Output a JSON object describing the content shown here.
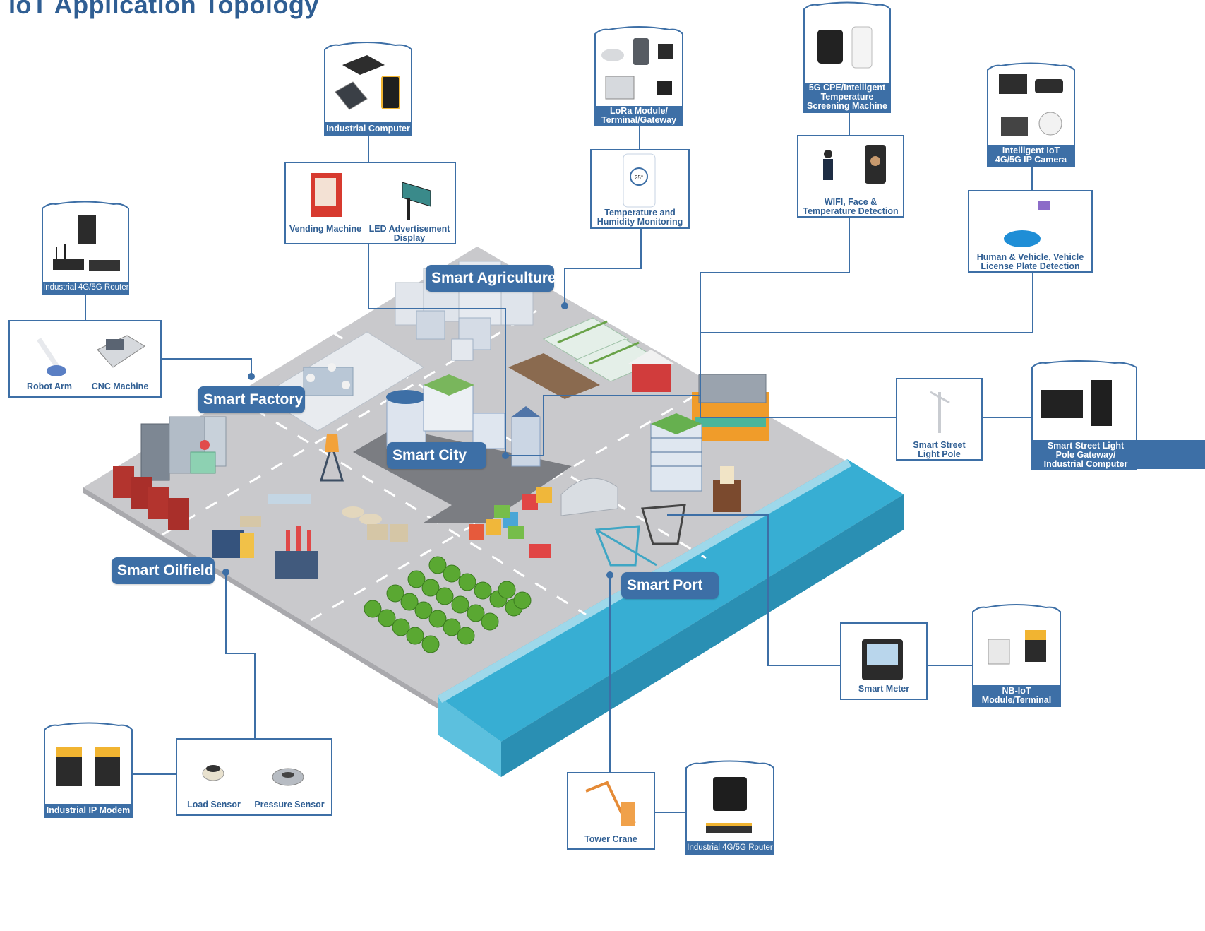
{
  "title": "IoT Application Topology",
  "areas": {
    "smart_agriculture": "Smart Agriculture",
    "smart_factory": "Smart Factory",
    "smart_city": "Smart City",
    "smart_oilfield": "Smart Oilfield",
    "smart_port": "Smart Port"
  },
  "devices": {
    "industrial_computer": "Industrial Computer",
    "vending_machine": "Vending Machine",
    "led_display_1": "LED Advertisement",
    "led_display_2": "Display",
    "lora_1": "LoRa Module/",
    "lora_2": "Terminal/Gateway",
    "temp_humidity_1": "Temperature and",
    "temp_humidity_2": "Humidity Monitoring",
    "temp_reading": "25°",
    "cpe_1": "5G CPE/Intelligent",
    "cpe_2": "Temperature",
    "cpe_3": "Screening Machine",
    "wifi_face_1": "WIFI, Face &",
    "wifi_face_2": "Temperature Detection",
    "ip_camera_1": "Intelligent IoT",
    "ip_camera_2": "4G/5G IP Camera",
    "vehicle_1": "Human & Vehicle, Vehicle",
    "vehicle_2": "License Plate Detection",
    "router_factory": "Industrial 4G/5G Router",
    "robot_arm": "Robot Arm",
    "cnc_machine": "CNC Machine",
    "street_light_1": "Smart Street",
    "street_light_2": "Light Pole",
    "gateway_1": "Smart Street Light",
    "gateway_2": "Pole Gateway/",
    "gateway_3": "Industrial Computer",
    "smart_meter": "Smart Meter",
    "nbiot_1": "NB-IoT",
    "nbiot_2": "Module/Terminal",
    "ip_modem": "Industrial IP Modem",
    "load_sensor": "Load Sensor",
    "pressure_sensor": "Pressure Sensor",
    "tower_crane": "Tower Crane",
    "router_port": "Industrial 4G/5G Router"
  },
  "colors": {
    "accent": "#3d6fa6",
    "title": "#2f5e93",
    "ground": "#c9c9cc",
    "water": "#2fa9cf",
    "tree": "#5aa832"
  }
}
